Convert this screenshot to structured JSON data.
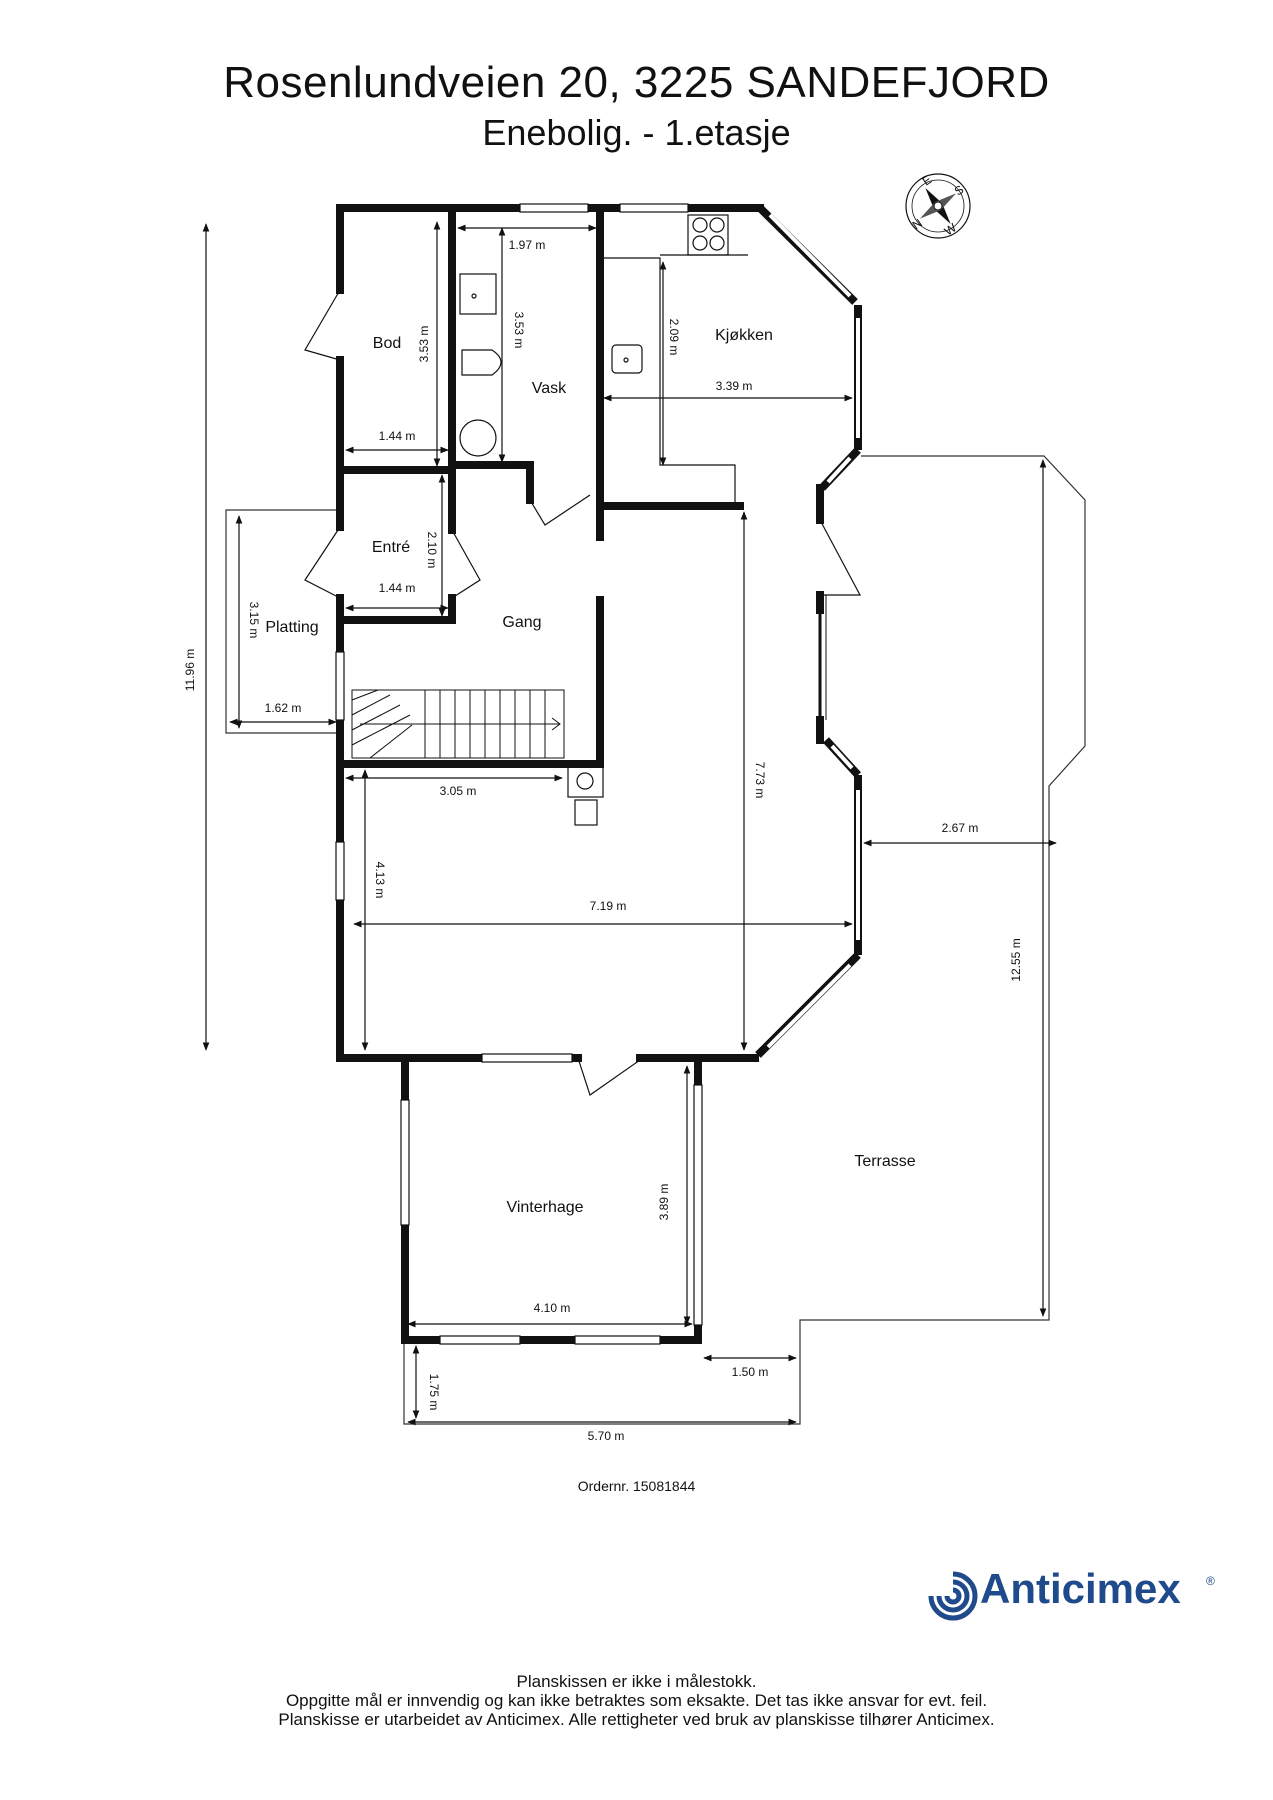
{
  "header": {
    "title": "Rosenlundveien 20, 3225 SANDEFJORD",
    "subtitle": "Enebolig.  - 1.etasje"
  },
  "compass": {
    "letters": [
      "N",
      "E",
      "S",
      "W"
    ]
  },
  "rooms": {
    "bod": "Bod",
    "vask": "Vask",
    "kjokken": "Kjøkken",
    "entre": "Entré",
    "gang": "Gang",
    "platting": "Platting",
    "vinterhage": "Vinterhage",
    "terrasse": "Terrasse"
  },
  "dimensions": {
    "total_height": "11.96 m",
    "vask_width": "1.97 m",
    "bod_height": "3.53 m",
    "vask_height": "3.53 m",
    "bod_width": "1.44 m",
    "kjokken_height": "2.09 m",
    "kjokken_width": "3.39 m",
    "entre_height": "2.10 m",
    "entre_width": "1.44 m",
    "platting_height": "3.15 m",
    "platting_width": "1.62 m",
    "stue_width_top": "3.05 m",
    "stue_height": "4.13 m",
    "stue_width": "7.19 m",
    "stue_total_height": "7.73 m",
    "terrasse_width": "2.67 m",
    "terrasse_height": "12.55 m",
    "vinterhage_height": "3.89 m",
    "vinterhage_width": "4.10 m",
    "terrasse_step": "1.50 m",
    "lower_height": "1.75 m",
    "lower_width": "5.70 m"
  },
  "order_number": "Ordernr. 15081844",
  "logo": {
    "name": "Anticimex",
    "reg": "®"
  },
  "footer": {
    "line1": "Planskissen er ikke i målestokk.",
    "line2": "Oppgitte mål er innvendig og kan ikke betraktes som eksakte. Det tas ikke ansvar for evt. feil.",
    "line3": "Planskisse er utarbeidet av Anticimex. Alle rettigheter ved bruk av planskisse tilhører Anticimex."
  },
  "colors": {
    "wall": "#111111",
    "logo": "#1f4b8c"
  }
}
